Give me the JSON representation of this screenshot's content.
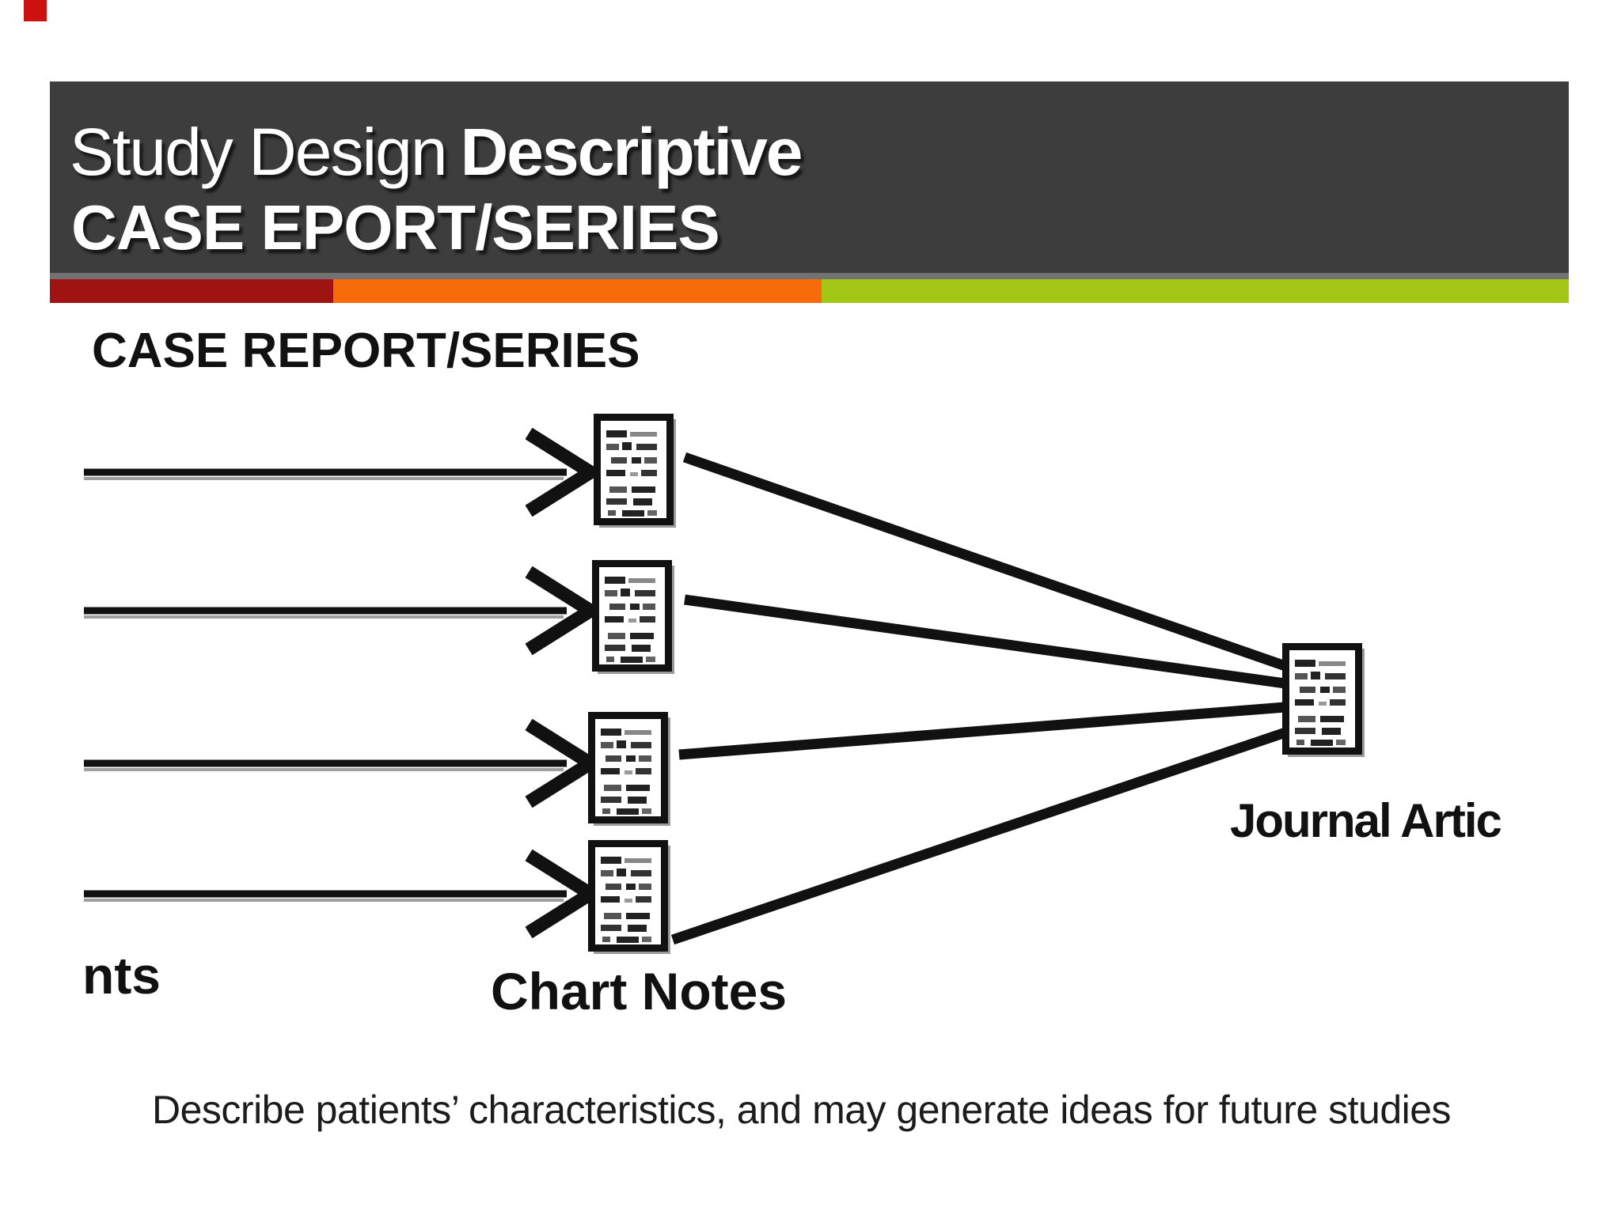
{
  "slide": {
    "marker": {
      "note": "small red rectangle top-left"
    },
    "title": {
      "regular": "Study Design",
      "bold": "Descriptive",
      "line2": "CASE EPORT/SERIES"
    },
    "heading": "CASE REPORT/SERIES",
    "diagram_labels": {
      "patients_partial": "nts",
      "chart_notes": "Chart Notes",
      "journal_article_partial": "Journal Artic"
    },
    "caption": "Describe patients’ characteristics, and may generate ideas for future studies",
    "colors": {
      "header_bg": "#3d3d3d",
      "separator_gray": "#717171",
      "bar_dark_red": "#A01313",
      "bar_orange": "#F76B0B",
      "bar_green": "#A4C614",
      "marker_red": "#CC1111",
      "ink_black": "#111111"
    }
  }
}
